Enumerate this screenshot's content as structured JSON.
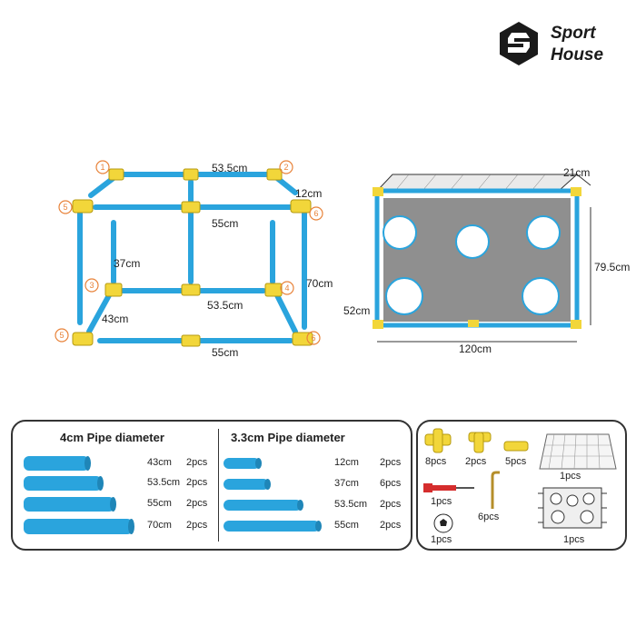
{
  "brand": {
    "line1": "Sport",
    "line2": "House",
    "logo_icon": "sport-house-logo"
  },
  "frame_diagram": {
    "connector_numbers": [
      "1",
      "2",
      "3",
      "4",
      "5",
      "6",
      "5",
      "6"
    ],
    "dims": {
      "top": "53.5cm",
      "short": "12cm",
      "upper_mid": "55cm",
      "vertical": "37cm",
      "side": "70cm",
      "lower_mid": "53.5cm",
      "corner": "43cm",
      "bottom": "55cm"
    }
  },
  "goal_diagram": {
    "depth": "21cm",
    "height": "79.5cm",
    "side_depth": "52cm",
    "width": "120cm"
  },
  "pipes_4cm": {
    "title": "4cm Pipe diameter",
    "rows": [
      {
        "length": "43cm",
        "qty": "2pcs"
      },
      {
        "length": "53.5cm",
        "qty": "2pcs"
      },
      {
        "length": "55cm",
        "qty": "2pcs"
      },
      {
        "length": "70cm",
        "qty": "2pcs"
      }
    ]
  },
  "pipes_33cm": {
    "title": "3.3cm Pipe diameter",
    "rows": [
      {
        "length": "12cm",
        "qty": "2pcs"
      },
      {
        "length": "37cm",
        "qty": "6pcs"
      },
      {
        "length": "53.5cm",
        "qty": "2pcs"
      },
      {
        "length": "55cm",
        "qty": "2pcs"
      }
    ]
  },
  "accessories": {
    "tee_connector_qty": "8pcs",
    "elbow_connector_qty": "2pcs",
    "straight_connector_qty": "5pcs",
    "net_qty": "1pcs",
    "pump_qty": "1pcs",
    "stake_qty": "6pcs",
    "ball_qty": "1pcs",
    "target_sheet_qty": "1pcs"
  },
  "colors": {
    "pipe_blue": "#2aa4dd",
    "connector_yellow": "#f2d63a",
    "number_orange": "#e8833a"
  }
}
